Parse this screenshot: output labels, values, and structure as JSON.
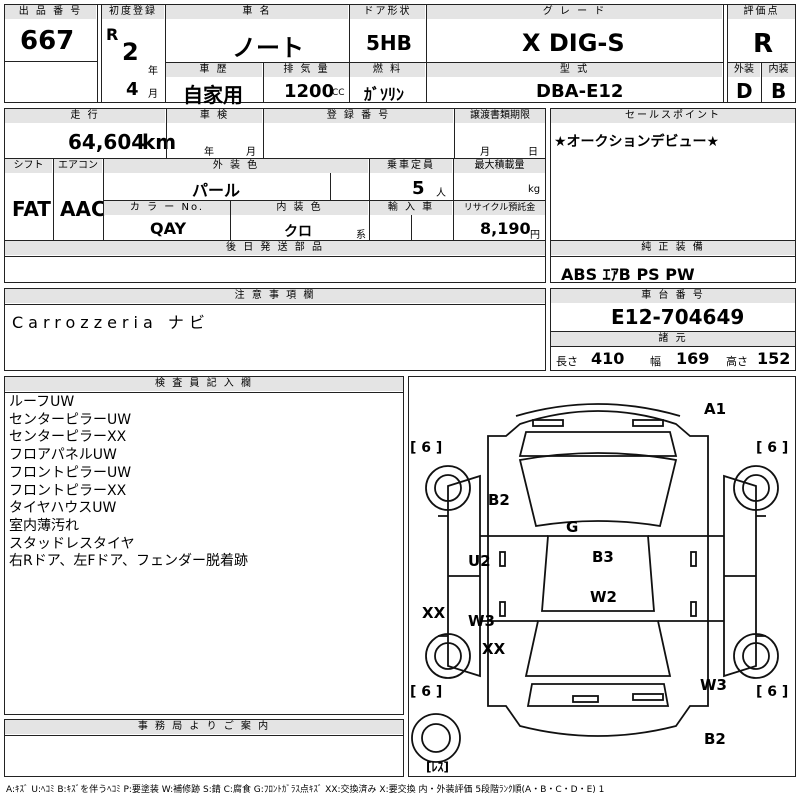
{
  "header": {
    "lot_no_label": "出 品 番 号",
    "lot_no": "667",
    "first_reg_label": "初度登録",
    "era": "R",
    "year": "2",
    "year_unit": "年",
    "month": "4",
    "month_unit": "月",
    "car_name_label": "車 名",
    "car_name": "ノート",
    "door_label": "ドア形状",
    "door": "5HB",
    "grade_label": "グ レ ー ド",
    "grade": "X DIG-S",
    "score_label": "評価点",
    "score": "R",
    "history_label": "車 歴",
    "history": "自家用",
    "displacement_label": "排 気 量",
    "displacement": "1200",
    "displacement_unit": "CC",
    "fuel_label": "燃 料",
    "fuel": "ｶﾞｿﾘﾝ",
    "model_label": "型 式",
    "model": "DBA-E12",
    "ext_label": "外装",
    "ext": "D",
    "int_label": "内装",
    "int": "B"
  },
  "row2": {
    "mileage_label": "走 行",
    "mileage": "64,604",
    "mileage_unit": "km",
    "inspection_label": "車 検",
    "year_unit": "年",
    "month_unit": "月",
    "reg_no_label": "登 録 番 号",
    "transfer_label": "譲渡書類期限",
    "sale_point_label": "セールスポイント",
    "sale_point": "★オークションデビュー★"
  },
  "row3": {
    "shift_label": "シフト",
    "shift": "FAT",
    "ac_label": "エアコン",
    "ac": "AAC",
    "color_label": "外 装 色",
    "color": "パール",
    "capacity_label": "乗車定員",
    "capacity": "5",
    "capacity_unit": "人",
    "load_label": "最大積載量",
    "load_unit": "kg",
    "color_no_label": "カ ラ ー No.",
    "color_no": "QAY",
    "int_color_label": "内 装 色",
    "int_color": "クロ",
    "int_color_unit": "系",
    "import_label": "輸 入 車",
    "recycle_label": "リサイクル預託金",
    "recycle": "8,190",
    "recycle_unit": "円"
  },
  "later_parts_label": "後 日 発 送 部 品",
  "equipment_label": "純 正 装 備",
  "equipment": "ABS ｴｱB PS PW",
  "notes_label": "注 意 事 項 欄",
  "notes": "Carrozzeria ナビ",
  "chassis_label": "車 台 番 号",
  "chassis": "E12-704649",
  "spec_label": "諸 元",
  "length_label": "長さ",
  "length": "410",
  "width_label": "幅",
  "width": "169",
  "height_label": "高さ",
  "height": "152",
  "inspector_label": "検 査 員 記 入 欄",
  "inspector_notes": [
    "ルーフUW",
    "センターピラーUW",
    "センターピラーXX",
    "フロアパネルUW",
    "フロントピラーUW",
    "フロントピラーXX",
    "タイヤハウスUW",
    "室内薄汚れ",
    "スタッドレスタイヤ",
    "右Rドア、左Fドア、フェンダー脱着跡"
  ],
  "office_label": "事 務 局 よ り ご 案 内",
  "diagram": {
    "marks": [
      "A1",
      "B2",
      "G",
      "U2",
      "B3",
      "W2",
      "W3",
      "XX",
      "XX",
      "W3",
      "B2"
    ],
    "tire_marks": [
      "[ 6 ]",
      "[ 6 ]",
      "[ 6 ]",
      "[ 6 ]"
    ],
    "spare_label": "[ﾚｽ]"
  },
  "legend": "A:ｷｽﾞ U:ﾍｺﾐ B:ｷｽﾞを伴うﾍｺﾐ P:要塗装 W:補修跡 S:錆 C:腐食 G:ﾌﾛﾝﾄｶﾞﾗｽ点ｷｽﾞ XX:交換済み X:要交換 内・外装評価 5段階ﾗﾝｸ順(A・B・C・D・E) 1"
}
